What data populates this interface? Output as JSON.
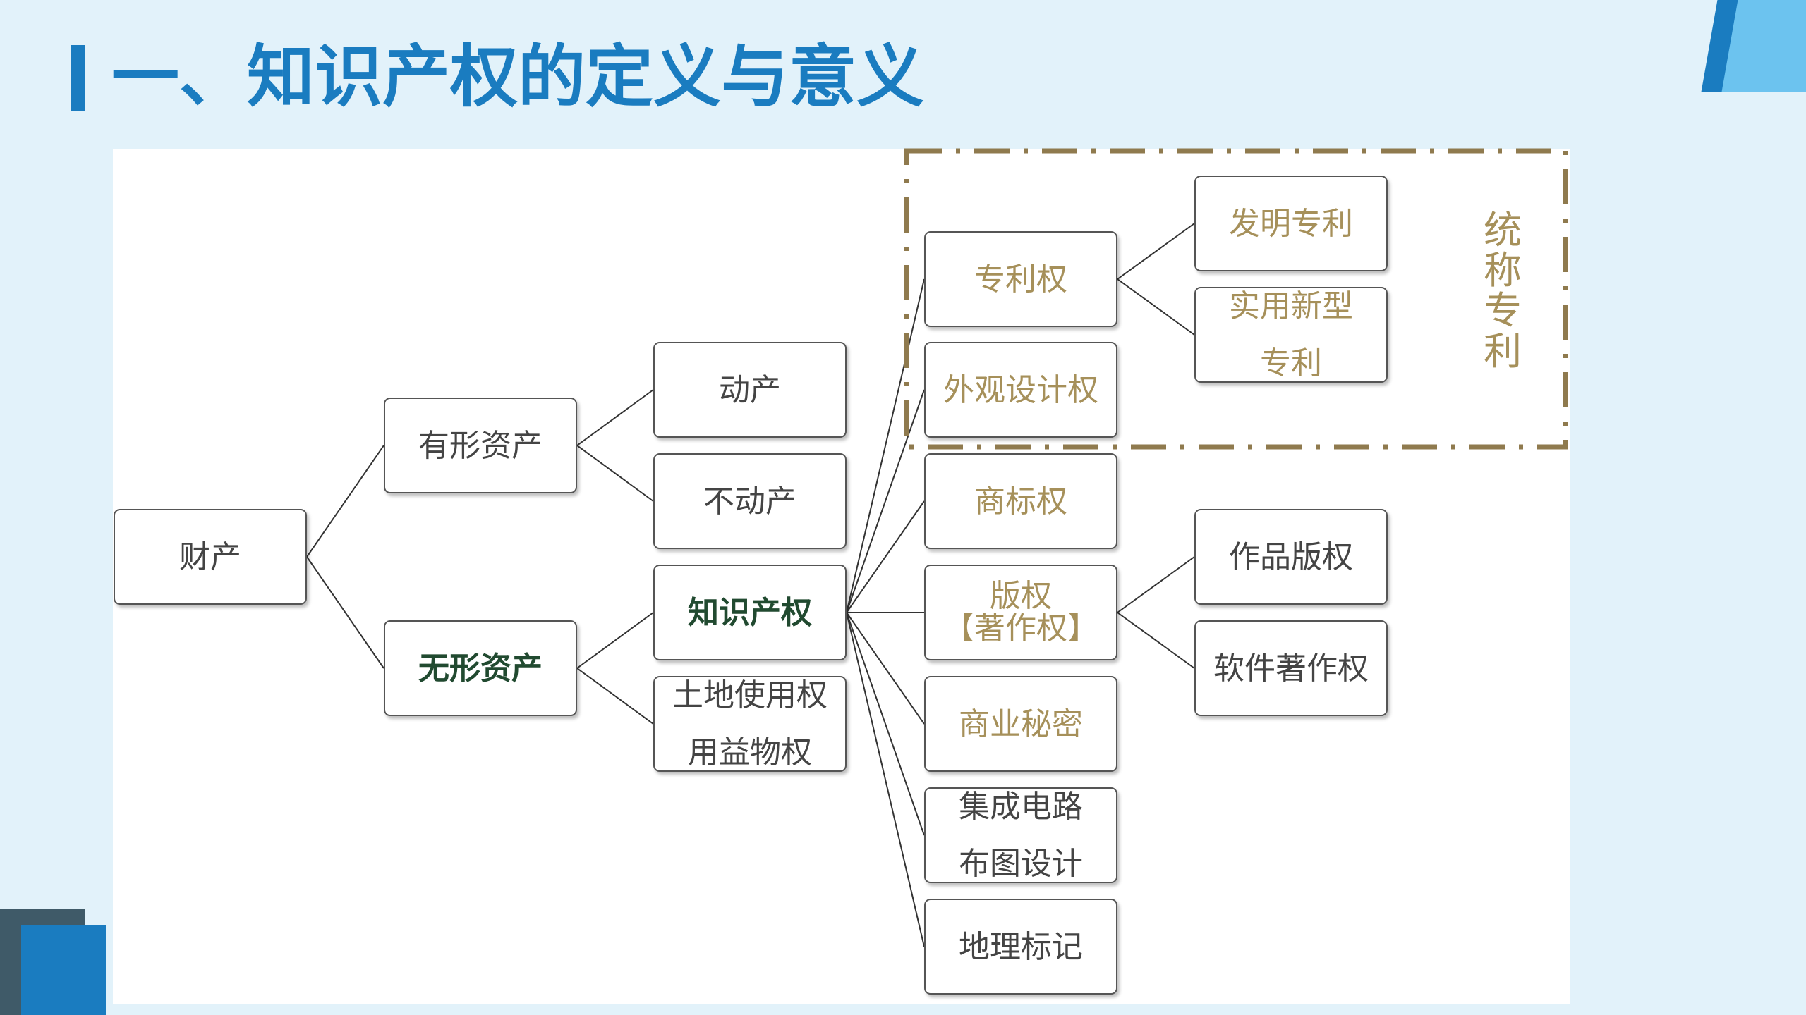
{
  "slide": {
    "title": "一、知识产权的定义与意义"
  },
  "diagram": {
    "root": "财产",
    "tangible": "有形资产",
    "intangible": "无形资产",
    "movable": "动产",
    "immovable": "不动产",
    "ip": "知识产权",
    "land_rights_1": "土地使用权",
    "land_rights_2": "用益物权",
    "patent_right": "专利权",
    "design_right": "外观设计权",
    "trademark_right": "商标权",
    "copyright_1": "版权",
    "copyright_2": "【著作权】",
    "trade_secret": "商业秘密",
    "ic_layout_1": "集成电路",
    "ic_layout_2": "布图设计",
    "geo_indication": "地理标记",
    "invention_patent": "发明专利",
    "utility_model_1": "实用新型",
    "utility_model_2": "专利",
    "works_copyright": "作品版权",
    "software_copyright": "软件著作权",
    "collective_label": "统\n称\n专\n利"
  },
  "colors": {
    "accent": "#1a7cc0",
    "background": "#e2f2fa",
    "gold_text": "#a6905a",
    "dashed_border": "#8f7a4e",
    "bold_text": "#214a30"
  }
}
